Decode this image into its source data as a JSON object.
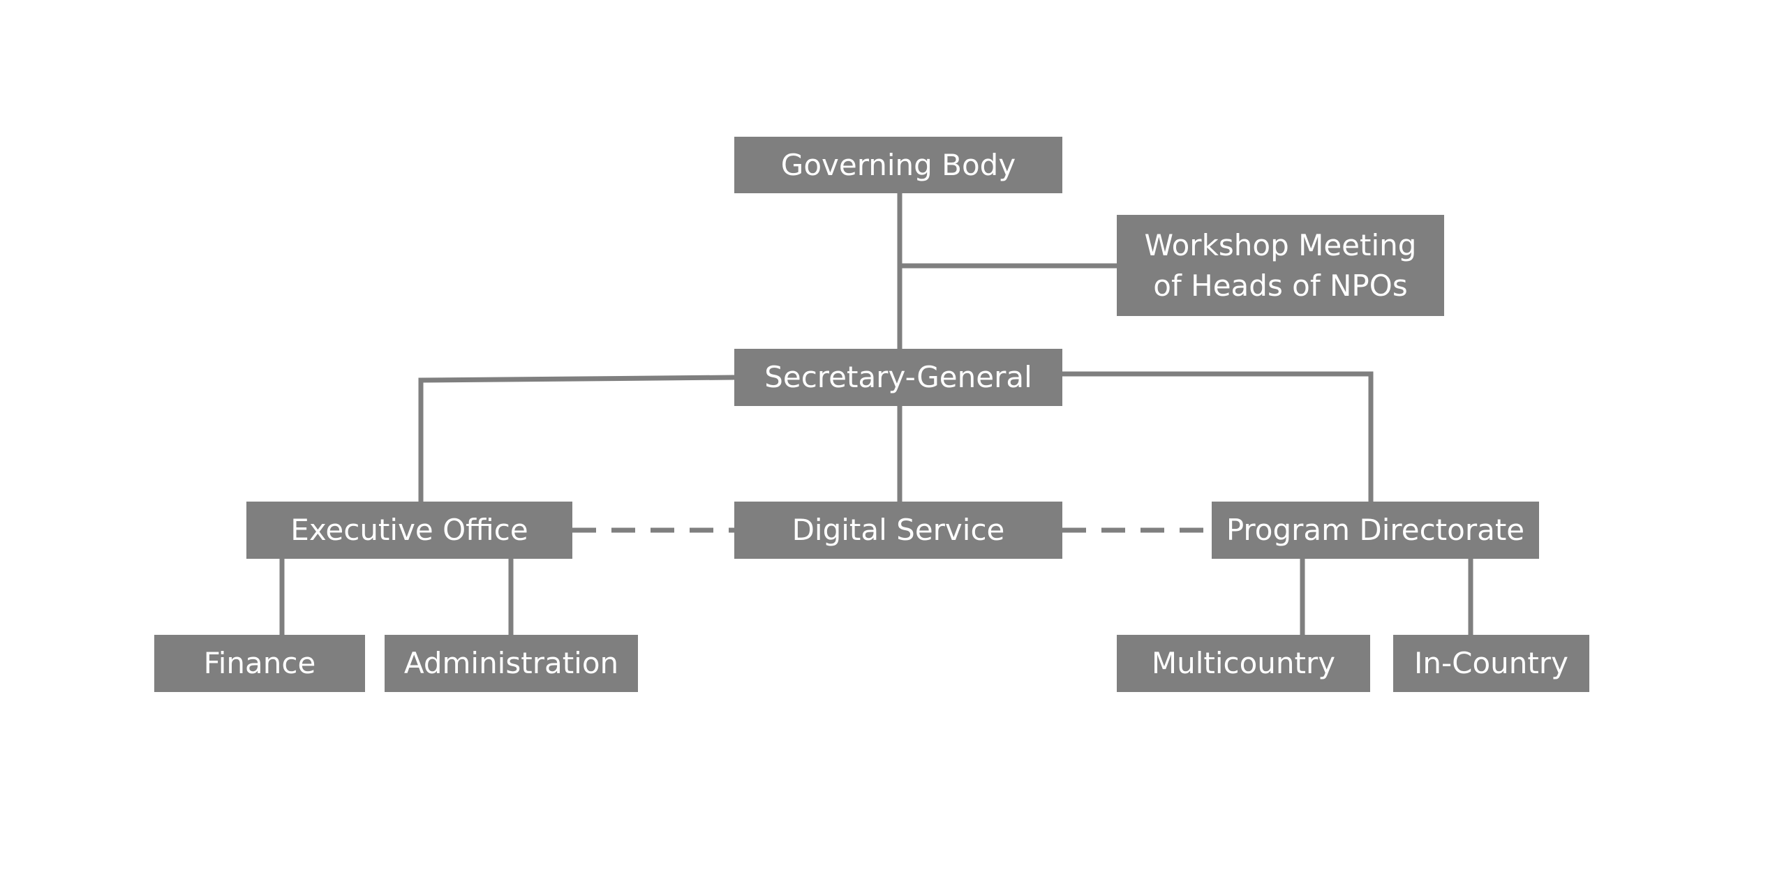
{
  "org_chart": {
    "line_color": "#7f7f7f",
    "box_color": "#7f7f7f",
    "text_color": "#ffffff",
    "nodes": {
      "governing_body": "Governing Body",
      "workshop_meeting": {
        "line1": "Workshop Meeting",
        "line2": "of Heads of NPOs"
      },
      "secretary_general": "Secretary-General",
      "executive_office": "Executive Office",
      "digital_service": "Digital Service",
      "program_directorate": "Program Directorate",
      "finance": "Finance",
      "administration": "Administration",
      "multicountry": "Multicountry",
      "in_country": "In-Country"
    }
  }
}
